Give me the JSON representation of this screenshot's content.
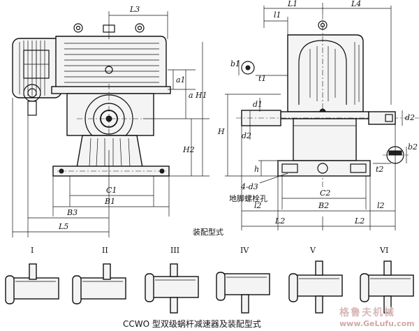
{
  "labels": {
    "L3": "L3",
    "L1": "L1",
    "L4": "L4",
    "l1": "l1",
    "a1": "a1",
    "a": "a",
    "H1": "H1",
    "H2": "H2",
    "H": "H",
    "C1": "C1",
    "B1": "B1",
    "B3": "B3",
    "L5": "L5",
    "b1": "b1",
    "t1": "t1",
    "d1": "d1",
    "d2": "d2",
    "h": "h",
    "four_d3": "4-d3",
    "C2": "C2",
    "B2": "B2",
    "l2_left": "l2",
    "L2_left": "L2",
    "L2_right": "L2",
    "l2_right": "l2",
    "b2": "b2",
    "t2": "t2",
    "d2_right": "d2"
  },
  "anchor_bolt_label": "地脚螺栓孔",
  "assembly_label": "装配型式",
  "assembly_types": [
    "I",
    "II",
    "III",
    "IV",
    "V",
    "VI"
  ],
  "caption": "CCWO 型双级蜗杆减速器及装配型式",
  "watermark": {
    "cn": "格鲁夫机械",
    "url": "www.GeLufu.com"
  }
}
